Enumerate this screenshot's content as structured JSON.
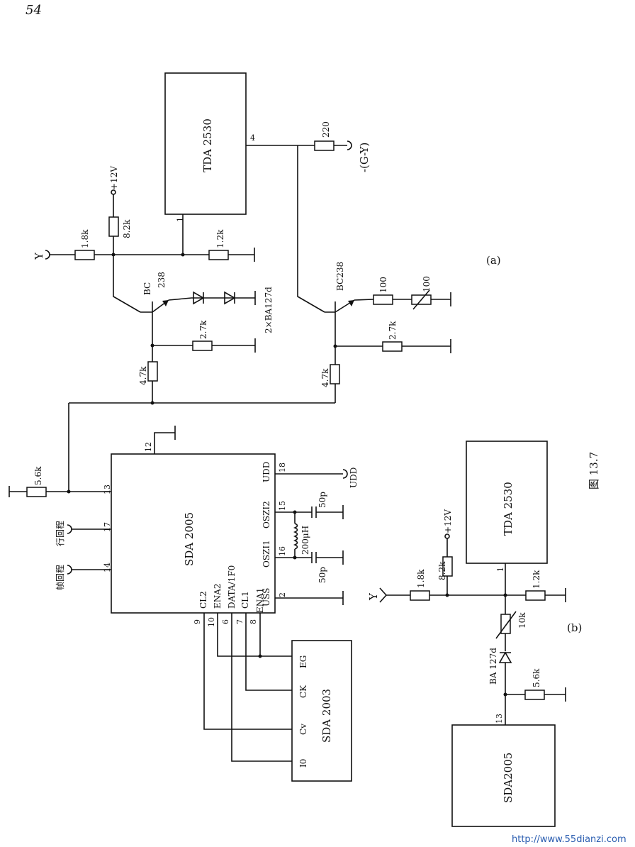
{
  "page_number": "54",
  "figure_caption": "图 13.7",
  "watermark": "http://www.55dianzi.com",
  "circuit_a": {
    "label": "(a)",
    "ic_tda": "TDA 2530",
    "tda_pin_out": "4",
    "tda_pin_in": "1",
    "r_220": "220",
    "out_gy": "-(G-Y)",
    "supply": "+12V",
    "r_8k2": "8.2k",
    "r_1k8": "1.8k",
    "r_1k2": "1.2k",
    "input_y": "Y",
    "q1_name": "BC",
    "q1_num": "238",
    "diodes": "2×BA127d",
    "q2_name": "BC238",
    "r_100": "100",
    "pot_100": "100",
    "r_2k7_a": "2.7k",
    "r_2k7_b": "2.7k",
    "r_4k7_a": "4.7k",
    "r_4k7_b": "4.7k",
    "r_5k6": "5.6k",
    "ic_sda2005": "SDA 2005",
    "pin12": "12",
    "pin13": "13",
    "pin17": "17",
    "pin14": "14",
    "pin18": "18",
    "pin15": "15",
    "pin16": "16",
    "pin_ss": "2",
    "pin9": "9",
    "pin10": "10",
    "pin6": "6",
    "pin7": "7",
    "pin8": "8",
    "udd": "UDD",
    "udd_node": "UDD",
    "uss": "USS",
    "oszi2": "OSZI2",
    "oszi1": "OSZI1",
    "cap_50p_a": "50p",
    "cap_50p_b": "50p",
    "inductor": "200μH",
    "line_flyback": "行回程",
    "frame_flyback": "帧回程",
    "cl2": "CL2",
    "ena2": "ENA2",
    "data": "DATA/1F0",
    "cl1": "CL1",
    "ena1": "ENA1",
    "ic_sda2003": "SDA 2003",
    "eg": "EG",
    "ck": "CK",
    "cv": "Cv",
    "i0": "I0"
  },
  "circuit_b": {
    "label": "(b)",
    "ic_tda": "TDA 2530",
    "tda_pin": "1",
    "supply": "+12V",
    "r_8k2": "8.2k",
    "r_1k8": "1.8k",
    "r_1k2": "1.2k",
    "input_y": "Y",
    "pot_10k": "10k",
    "diode": "BA 127d",
    "r_5k6": "5.6k",
    "ic_sda": "SDA2005",
    "pin13": "13"
  }
}
